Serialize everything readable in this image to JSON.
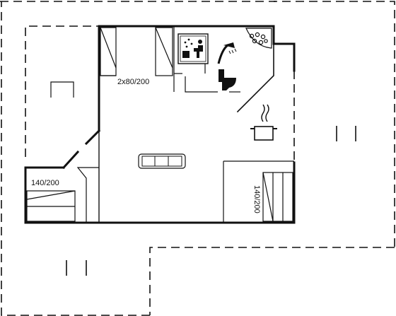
{
  "labels": {
    "bunk_beds": "2x80/200",
    "bed_left": "140/200",
    "bed_right": "140/200"
  },
  "icons": {
    "sauna": "sauna-icon",
    "shower": "shower-icon",
    "toilet": "toilet-icon",
    "whirlpool": "whirlpool-icon",
    "cooking_pot": "cooking-pot-icon",
    "sofa": "sofa-icon"
  },
  "colors": {
    "wall": "#111111",
    "background": "#ffffff"
  }
}
